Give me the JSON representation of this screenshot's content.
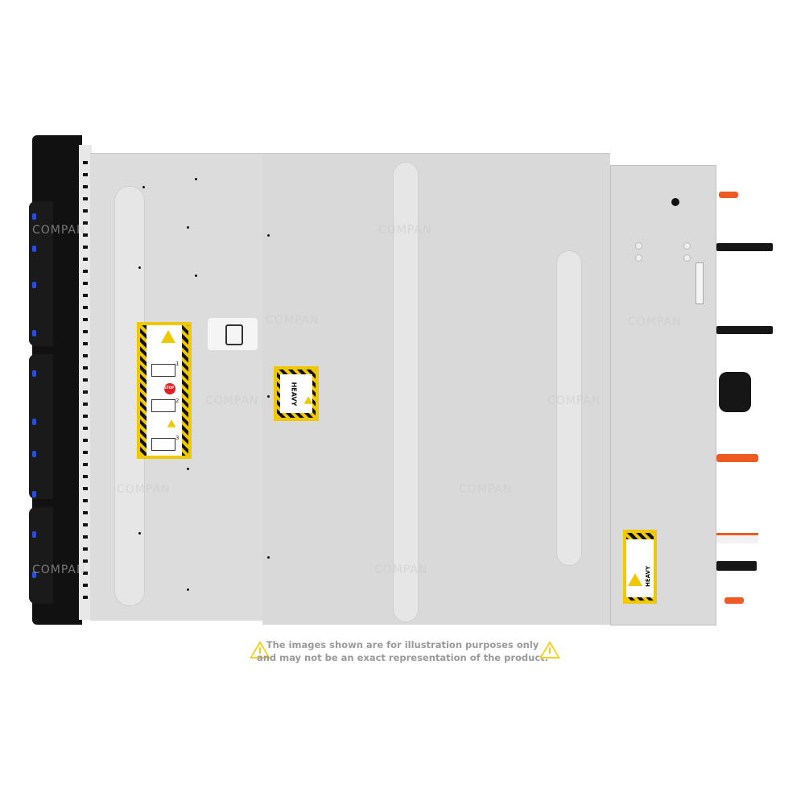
{
  "image": {
    "subject": "Rack server chassis, top view",
    "watermark_text": "COMPAN",
    "disclaimer": {
      "line1": "The images shown are for illustration purposes only",
      "line2": "and may not be an exact representation of the product."
    },
    "labels": {
      "service_label_steps": [
        "1",
        "2",
        "3"
      ],
      "service_label_stop": "STOP",
      "lift_label_text": "HEAVY",
      "rear_label_text": "HEAVY"
    },
    "colors": {
      "chassis": "#dcdcdc",
      "bezel": "#111111",
      "bezel_led": "#2b4fd8",
      "warning_yellow": "#f0c800",
      "release_tab_orange": "#ee5a24",
      "disclaimer_text": "#9a9a9a"
    }
  }
}
